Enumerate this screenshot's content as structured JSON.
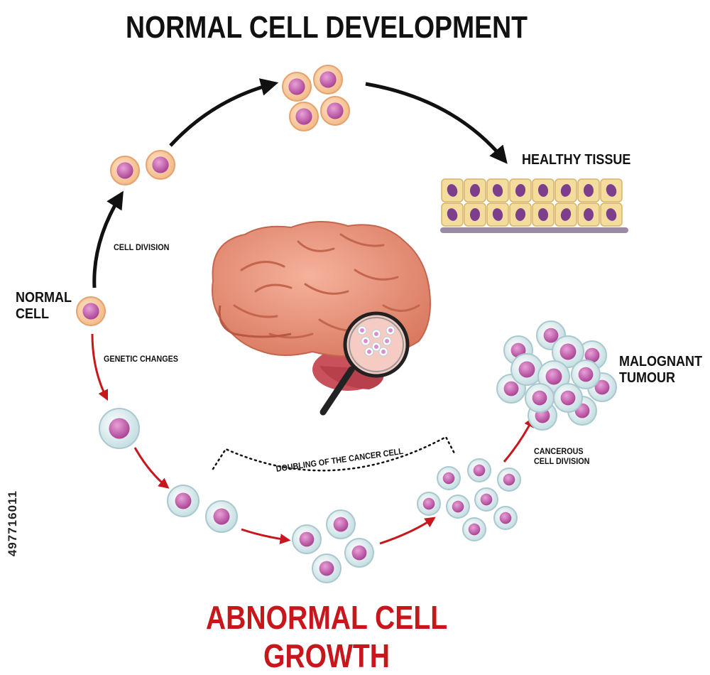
{
  "title": "NORMAL CELL DEVELOPMENT",
  "bottom_title": "ABNORMAL CELL GROWTH",
  "labels": {
    "healthy_tissue": "HEALTHY TISSUE",
    "cell_division": "CELL DIVISION",
    "normal_cell_line1": "NORMAL",
    "normal_cell_line2": "CELL",
    "genetic_changes": "GENETIC CHANGES",
    "doubling": "DOUBLING OF THE CANCER CELL",
    "cancerous_line1": "CANCEROUS",
    "cancerous_line2": "CELL DIVISION",
    "malignant_line1": "MALOGNANT",
    "malignant_line2": "TUMOUR"
  },
  "stock_id": "497716011",
  "colors": {
    "normal_arrow": "#111111",
    "abnormal_arrow": "#c8161d",
    "normal_cell_outer": "#f7c79b",
    "normal_cell_nucleus": "#c24fa6",
    "cancer_cell_outer": "#d9ecef",
    "cancer_cell_nucleus": "#c95fc1",
    "brain": "#e58f78",
    "tissue": "#f3dc9c"
  }
}
